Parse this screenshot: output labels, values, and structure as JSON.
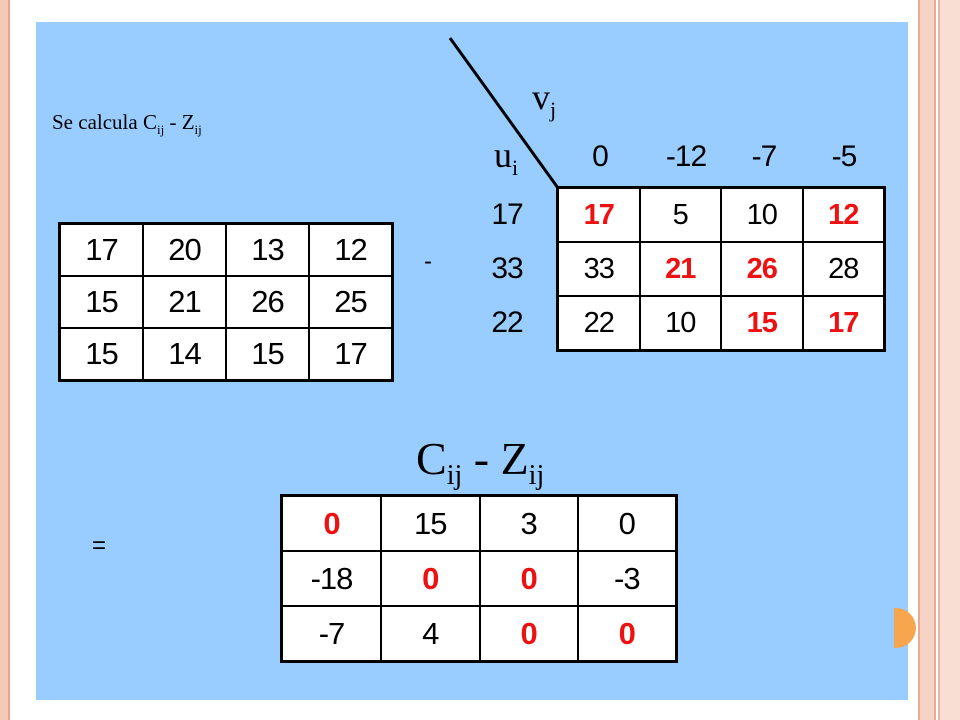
{
  "subtitle": {
    "text": "Se calcula C",
    "sub1": "ij",
    "mid": " - Z",
    "sub2": "ij"
  },
  "operators": {
    "minus": "-",
    "equals": "="
  },
  "header": {
    "v_label": "v",
    "v_sub": "j",
    "u_label": "u",
    "u_sub": "i"
  },
  "v_values": [
    "0",
    "-12",
    "-7",
    "-5"
  ],
  "u_values": [
    "17",
    "33",
    "22"
  ],
  "c_table": [
    [
      {
        "v": "17",
        "red": false
      },
      {
        "v": "20",
        "red": false
      },
      {
        "v": "13",
        "red": false
      },
      {
        "v": "12",
        "red": false
      }
    ],
    [
      {
        "v": "15",
        "red": false
      },
      {
        "v": "21",
        "red": false
      },
      {
        "v": "26",
        "red": false
      },
      {
        "v": "25",
        "red": false
      }
    ],
    [
      {
        "v": "15",
        "red": false
      },
      {
        "v": "14",
        "red": false
      },
      {
        "v": "15",
        "red": false
      },
      {
        "v": "17",
        "red": false
      }
    ]
  ],
  "z_table": [
    [
      {
        "v": "17",
        "red": true
      },
      {
        "v": "5",
        "red": false
      },
      {
        "v": "10",
        "red": false
      },
      {
        "v": "12",
        "red": true
      }
    ],
    [
      {
        "v": "33",
        "red": false
      },
      {
        "v": "21",
        "red": true
      },
      {
        "v": "26",
        "red": true
      },
      {
        "v": "28",
        "red": false
      }
    ],
    [
      {
        "v": "22",
        "red": false
      },
      {
        "v": "10",
        "red": false
      },
      {
        "v": "15",
        "red": true
      },
      {
        "v": "17",
        "red": true
      }
    ]
  ],
  "result_title": {
    "c": "C",
    "sub1": "ij",
    "mid": " - Z",
    "sub2": "ij"
  },
  "result_table": [
    [
      {
        "v": "0",
        "red": true
      },
      {
        "v": "15",
        "red": false
      },
      {
        "v": "3",
        "red": false
      },
      {
        "v": "0",
        "red": false
      }
    ],
    [
      {
        "v": "-18",
        "red": false
      },
      {
        "v": "0",
        "red": true
      },
      {
        "v": "0",
        "red": true
      },
      {
        "v": "-3",
        "red": false
      }
    ],
    [
      {
        "v": "-7",
        "red": false
      },
      {
        "v": "4",
        "red": false
      },
      {
        "v": "0",
        "red": true
      },
      {
        "v": "0",
        "red": true
      }
    ]
  ],
  "colors": {
    "panel": "#99ccff",
    "highlight": "#ee1111",
    "accent": "#f7a64d"
  }
}
